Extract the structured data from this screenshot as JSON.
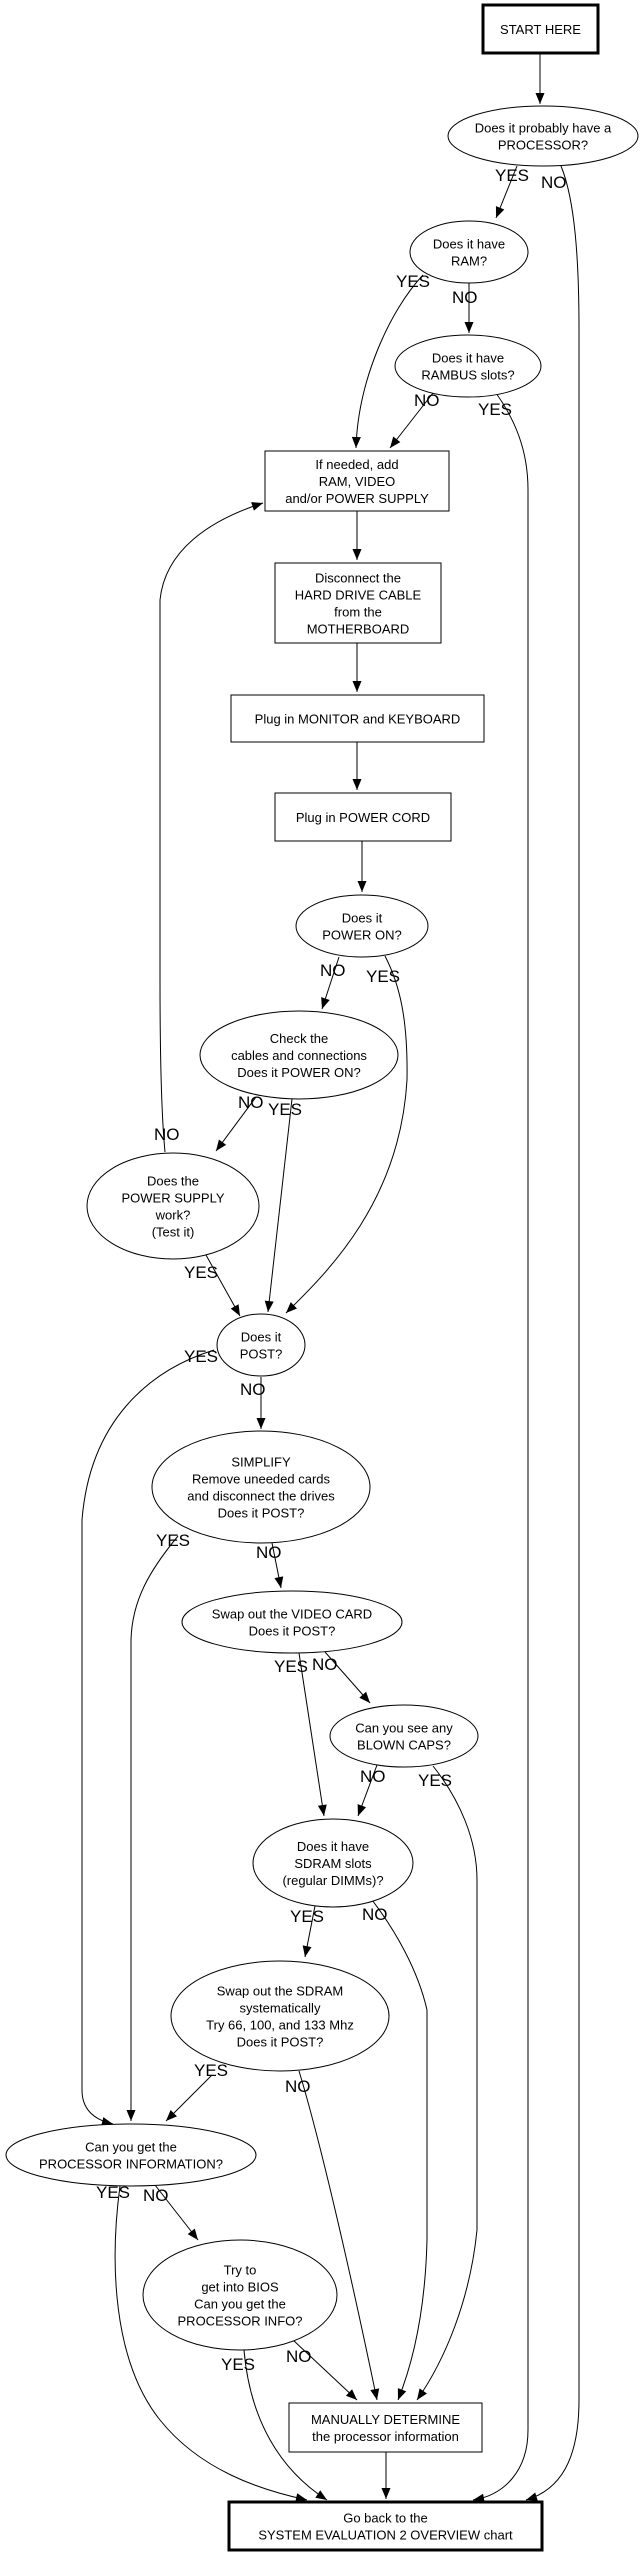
{
  "title": "Processor / system evaluation troubleshooting flowchart",
  "colors": {
    "background": "#ffffff",
    "ink": "#000000"
  },
  "nodes": {
    "start": {
      "lines": [
        "START HERE"
      ]
    },
    "q_processor": {
      "lines": [
        "Does it probably have a",
        "PROCESSOR?"
      ]
    },
    "q_ram": {
      "lines": [
        "Does it have",
        "RAM?"
      ]
    },
    "q_rambus": {
      "lines": [
        "Does it have",
        "RAMBUS slots?"
      ]
    },
    "add_parts": {
      "lines": [
        "If needed, add",
        "RAM, VIDEO",
        "and/or POWER SUPPLY"
      ]
    },
    "disconnect_hd": {
      "lines": [
        "Disconnect the",
        "HARD DRIVE CABLE",
        "from the",
        "MOTHERBOARD"
      ]
    },
    "plug_monitor": {
      "lines": [
        "Plug in MONITOR and KEYBOARD"
      ]
    },
    "plug_power": {
      "lines": [
        "Plug in POWER CORD"
      ]
    },
    "q_power_on": {
      "lines": [
        "Does it",
        "POWER ON?"
      ]
    },
    "q_check_cables": {
      "lines": [
        "Check the",
        "cables and connections",
        "Does it POWER ON?"
      ]
    },
    "q_power_supply": {
      "lines": [
        "Does the",
        "POWER SUPPLY",
        "work?",
        "(Test it)"
      ]
    },
    "q_post": {
      "lines": [
        "Does it",
        "POST?"
      ]
    },
    "q_simplify": {
      "lines": [
        "SIMPLIFY",
        "Remove uneeded cards",
        "and disconnect the drives",
        "Does it POST?"
      ]
    },
    "q_video": {
      "lines": [
        "Swap out the VIDEO CARD",
        "Does it POST?"
      ]
    },
    "q_caps": {
      "lines": [
        "Can you see any",
        "BLOWN CAPS?"
      ]
    },
    "q_sdram": {
      "lines": [
        "Does it have",
        "SDRAM slots",
        "(regular DIMMs)?"
      ]
    },
    "q_swap_sdram": {
      "lines": [
        "Swap out the SDRAM",
        "systematically",
        "Try 66, 100, and 133 Mhz",
        "Does it POST?"
      ]
    },
    "q_proc_info": {
      "lines": [
        "Can you get the",
        "PROCESSOR INFORMATION?"
      ]
    },
    "q_bios": {
      "lines": [
        "Try to",
        "get into BIOS",
        "Can you get the",
        "PROCESSOR INFO?"
      ]
    },
    "manual": {
      "lines": [
        "MANUALLY DETERMINE",
        "the processor information"
      ]
    },
    "go_back": {
      "lines": [
        "Go back to the",
        "SYSTEM EVALUATION 2 OVERVIEW chart"
      ]
    }
  },
  "edges": [
    {
      "from": "start",
      "to": "q_processor",
      "label": ""
    },
    {
      "from": "q_processor",
      "to": "q_ram",
      "label": "YES"
    },
    {
      "from": "q_processor",
      "to": "go_back",
      "label": "NO"
    },
    {
      "from": "q_ram",
      "to": "add_parts",
      "label": "YES"
    },
    {
      "from": "q_ram",
      "to": "q_rambus",
      "label": "NO"
    },
    {
      "from": "q_rambus",
      "to": "add_parts",
      "label": "NO"
    },
    {
      "from": "q_rambus",
      "to": "go_back",
      "label": "YES"
    },
    {
      "from": "add_parts",
      "to": "disconnect_hd",
      "label": ""
    },
    {
      "from": "disconnect_hd",
      "to": "plug_monitor",
      "label": ""
    },
    {
      "from": "plug_monitor",
      "to": "plug_power",
      "label": ""
    },
    {
      "from": "plug_power",
      "to": "q_power_on",
      "label": ""
    },
    {
      "from": "q_power_on",
      "to": "q_check_cables",
      "label": "NO"
    },
    {
      "from": "q_power_on",
      "to": "q_post",
      "label": "YES"
    },
    {
      "from": "q_check_cables",
      "to": "q_power_supply",
      "label": "NO"
    },
    {
      "from": "q_check_cables",
      "to": "q_post",
      "label": "YES"
    },
    {
      "from": "q_power_supply",
      "to": "add_parts",
      "label": "NO"
    },
    {
      "from": "q_power_supply",
      "to": "q_post",
      "label": "YES"
    },
    {
      "from": "q_post",
      "to": "q_proc_info",
      "label": "YES"
    },
    {
      "from": "q_post",
      "to": "q_simplify",
      "label": "NO"
    },
    {
      "from": "q_simplify",
      "to": "q_proc_info",
      "label": "YES"
    },
    {
      "from": "q_simplify",
      "to": "q_video",
      "label": "NO"
    },
    {
      "from": "q_video",
      "to": "q_sdram",
      "label": "YES"
    },
    {
      "from": "q_video",
      "to": "q_caps",
      "label": "NO"
    },
    {
      "from": "q_caps",
      "to": "q_sdram",
      "label": "NO"
    },
    {
      "from": "q_caps",
      "to": "manual",
      "label": "YES"
    },
    {
      "from": "q_sdram",
      "to": "q_swap_sdram",
      "label": "YES"
    },
    {
      "from": "q_sdram",
      "to": "manual",
      "label": "NO"
    },
    {
      "from": "q_swap_sdram",
      "to": "q_proc_info",
      "label": "YES"
    },
    {
      "from": "q_swap_sdram",
      "to": "manual",
      "label": "NO"
    },
    {
      "from": "q_proc_info",
      "to": "go_back",
      "label": "YES"
    },
    {
      "from": "q_proc_info",
      "to": "q_bios",
      "label": "NO"
    },
    {
      "from": "q_bios",
      "to": "go_back",
      "label": "YES"
    },
    {
      "from": "q_bios",
      "to": "manual",
      "label": "NO"
    },
    {
      "from": "manual",
      "to": "go_back",
      "label": ""
    }
  ]
}
